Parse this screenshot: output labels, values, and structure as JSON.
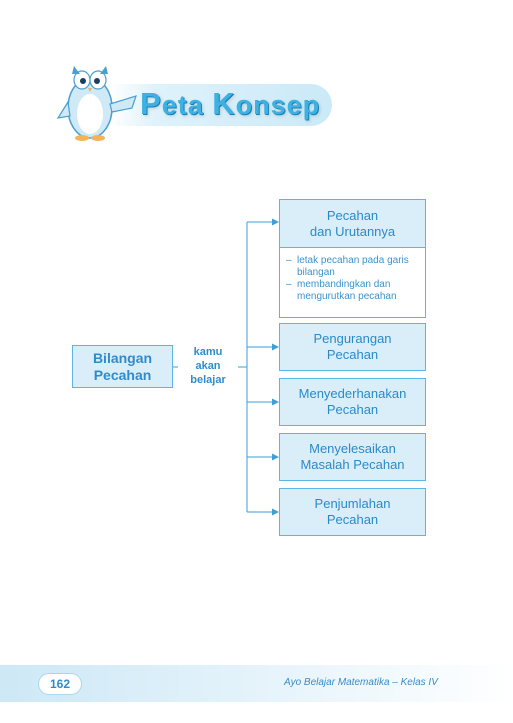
{
  "header": {
    "title_initial_1": "P",
    "title_rest_1": "eta ",
    "title_initial_2": "K",
    "title_rest_2": "onsep"
  },
  "source_node": {
    "line1": "Bilangan",
    "line2": "Pecahan"
  },
  "connector_label": {
    "line1": "kamu",
    "line2": "akan",
    "line3": "belajar"
  },
  "topics": [
    {
      "line1": "Pecahan",
      "line2": "dan Urutannya",
      "bullets": [
        {
          "dash": "–",
          "text": "letak pecahan pada garis bilangan"
        },
        {
          "dash": "–",
          "text": "membandingkan dan mengurutkan pecahan"
        }
      ]
    },
    {
      "line1": "Pengurangan",
      "line2": "Pecahan"
    },
    {
      "line1": "Menyederhanakan",
      "line2": "Pecahan"
    },
    {
      "line1": "Menyelesaikan",
      "line2": "Masalah Pecahan"
    },
    {
      "line1": "Penjumlahan",
      "line2": "Pecahan"
    }
  ],
  "footer": {
    "page_number": "162",
    "book_title": "Ayo Belajar Matematika – Kelas IV"
  },
  "colors": {
    "accent": "#3eb1e3",
    "box_fill": "#daeef9",
    "box_border": "#5bb5e6",
    "text": "#2a8ac8"
  },
  "icons": {
    "mascot": "owl-mascot-icon"
  }
}
